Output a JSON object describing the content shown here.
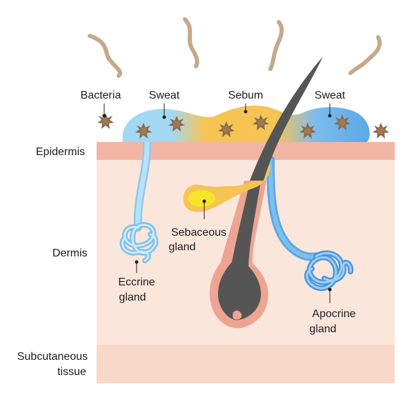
{
  "layers": {
    "epidermis": "Epidermis",
    "dermis": "Dermis",
    "subcutaneous_line1": "Subcutaneous",
    "subcutaneous_line2": "tissue"
  },
  "surface_labels": {
    "bacteria": "Bacteria",
    "sweat_left": "Sweat",
    "sebum": "Sebum",
    "sweat_right": "Sweat"
  },
  "structures": {
    "sebaceous_line1": "Sebaceous",
    "sebaceous_line2": "gland",
    "eccrine_line1": "Eccrine",
    "eccrine_line2": "gland",
    "apocrine_line1": "Apocrine",
    "apocrine_line2": "gland"
  },
  "colors": {
    "epidermis": "#f2b5a6",
    "dermis": "#fbe6dc",
    "subcutaneous": "#f8d8c8",
    "sweat": "#a3d8f2",
    "apocrine_sweat": "#5aa9e6",
    "sebum": "#f6c453",
    "sebaceous_core": "#f7e52a",
    "hair": "#555555",
    "follicle": "#eea493",
    "bacteria": "#8a6a4a",
    "odor": "#c4a98a"
  }
}
